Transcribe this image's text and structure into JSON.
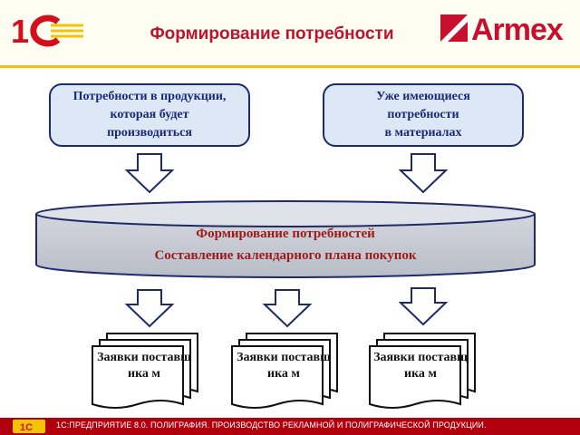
{
  "header": {
    "title": "Формирование потребности",
    "logo_left": "1С",
    "logo_right": "Armex"
  },
  "inputs": {
    "left_box": "Потребности в продукции,\nкоторая будет\nпроизводиться",
    "right_box": "Уже имеющиеся\nпотребности\nв материалах"
  },
  "process": {
    "line1": "Формирование потребностей",
    "line2": "Составление календарного плана покупок"
  },
  "outputs": [
    {
      "label": "Заявки поставщика м"
    },
    {
      "label": "Заявки поставщика м"
    },
    {
      "label": "Заявки поставщика м"
    }
  ],
  "footer": {
    "text": "1С:ПРЕДПРИЯТИЕ 8.0. ПОЛИГРАФИЯ. ПРОИЗВОДСТВО РЕКЛАМНОЙ И ПОЛИГРАФИЧЕСКОЙ ПРОДУКЦИИ."
  },
  "colors": {
    "header_accent": "#f1c400",
    "title": "#c1122d",
    "box_fill": "#dde8f7",
    "box_border": "#1f2a6b",
    "cylinder_fill": "#c8cbd3",
    "cylinder_text": "#9b1b1b",
    "footer_bg": "#b0000d"
  }
}
